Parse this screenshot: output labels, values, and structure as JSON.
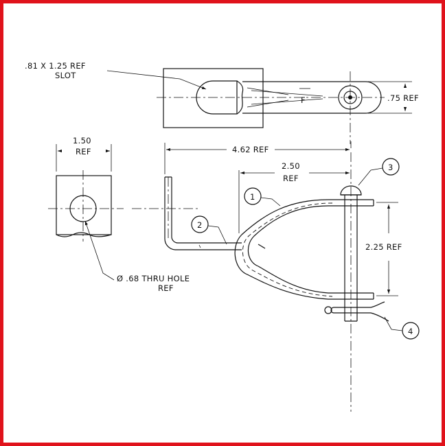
{
  "frame": {
    "border_color": "#e0121b",
    "background": "#ffffff"
  },
  "labels": {
    "slot_dim": ".81 X 1.25 REF",
    "slot_word": "SLOT",
    "width_dim": ".75 REF",
    "top_letter": "F",
    "block_width": "1.50",
    "block_width_ref": "REF",
    "overall_dim": "4.62 REF",
    "clevis_dim": "2.50",
    "clevis_dim_ref": "REF",
    "spacing_dim": "2.25 REF",
    "hole_dim": "Ø .68 THRU HOLE",
    "hole_dim_ref": "REF"
  },
  "balloons": [
    "1",
    "2",
    "3",
    "4"
  ]
}
